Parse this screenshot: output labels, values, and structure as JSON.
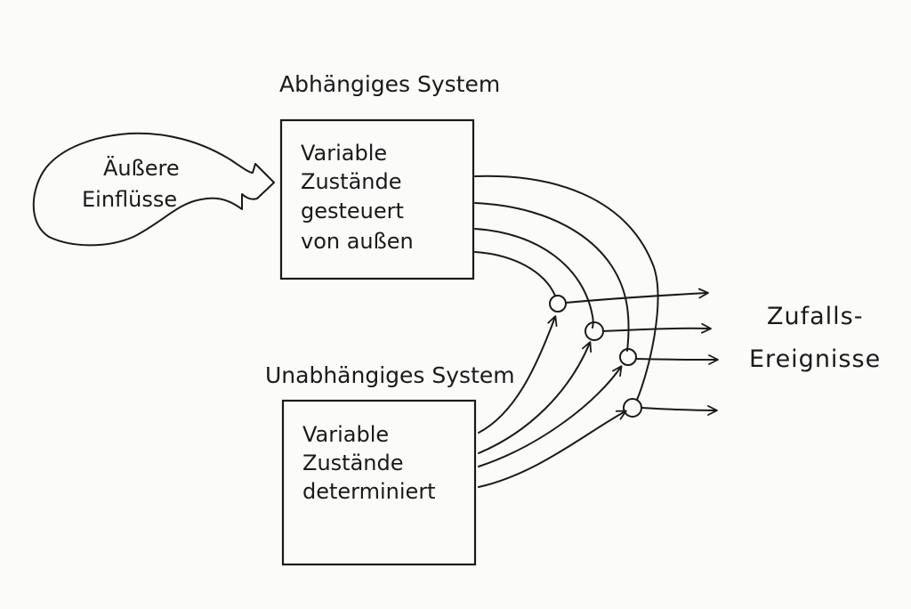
{
  "dependent_system": {
    "title": "Abhängiges System",
    "lines": [
      "Variable",
      "Zustände",
      "gesteuert",
      "von außen"
    ]
  },
  "independent_system": {
    "title": "Unabhängiges System",
    "lines": [
      "Variable",
      "Zustände",
      "determiniert"
    ]
  },
  "external_influences": {
    "lines": [
      "Äußere",
      "Einflüsse"
    ]
  },
  "random_events": {
    "lines": [
      "Zufalls-",
      "Ereignisse"
    ]
  },
  "colors": {
    "ink": "#1a1a1a",
    "paper": "#fbfbfa"
  }
}
